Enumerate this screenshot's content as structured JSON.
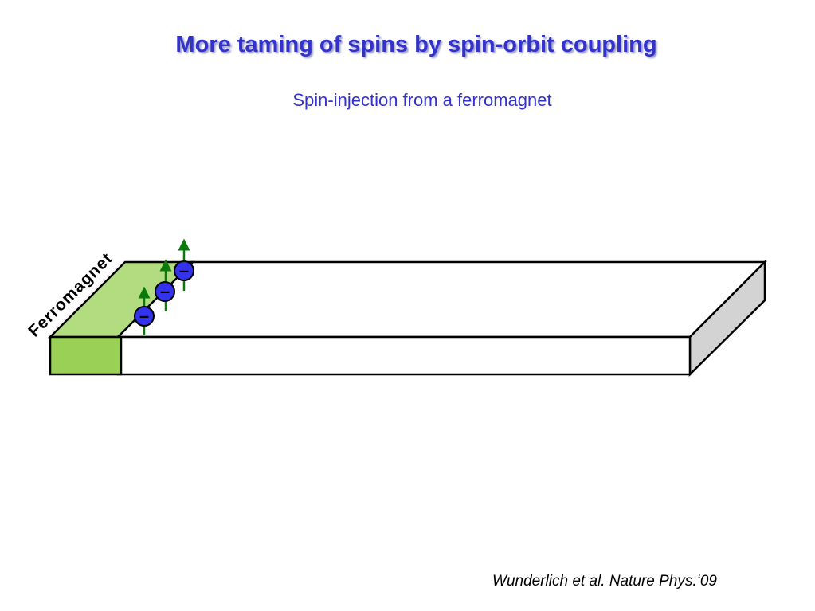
{
  "title": "More taming of spins by spin-orbit coupling",
  "subtitle": "Spin-injection from a ferromagnet",
  "ferromagnet_label": "Ferromagnet",
  "electron_symbol": "–",
  "citation": "Wunderlich et al. Nature Phys.‘09",
  "colors": {
    "title": "#3333cc",
    "ferromagnet_top": "#b3dc80",
    "ferromagnet_front": "#99d055",
    "bar_side": "#d3d3d3",
    "electron": "#3333ee",
    "spin_arrow": "#0a7a0a"
  }
}
